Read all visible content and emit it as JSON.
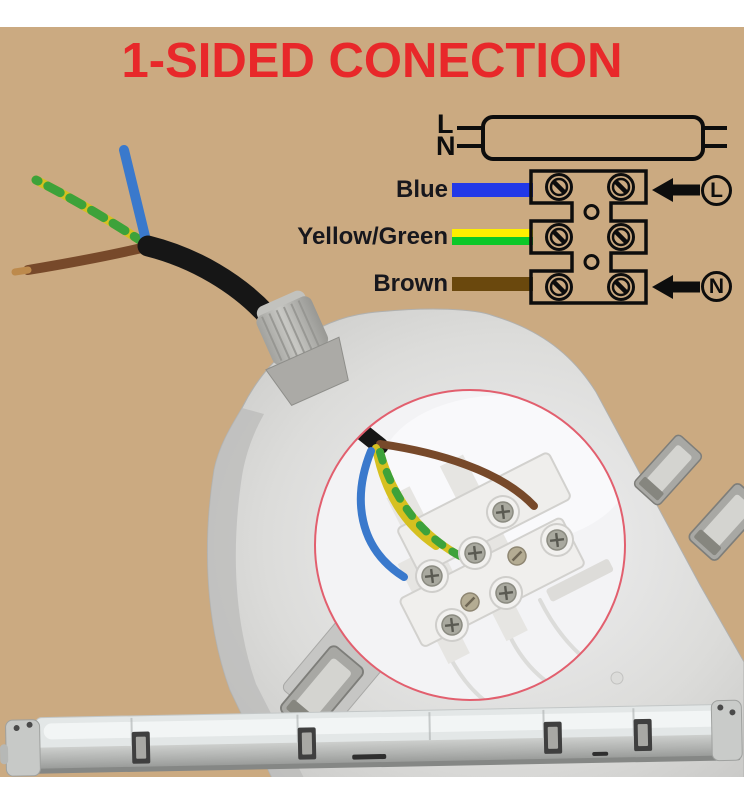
{
  "colors": {
    "background": "#cbaa81",
    "paper_strip": "#ffffff",
    "title_red": "#e8282a",
    "label_text": "#17171d",
    "diagram_line": "#0d0d0d",
    "wire_blue": "#2239e8",
    "wire_yellow": "#ffef00",
    "wire_green": "#0cc828",
    "wire_brown": "#6a480d",
    "photo_cable_black": "#161616",
    "photo_blue": "#3a79cc",
    "photo_green": "#3da23a",
    "photo_yellow": "#d6c020",
    "photo_brown": "#77492a",
    "magnifier_ring": "#e25f6e"
  },
  "header": {
    "title": "1-SIDED CONECTION"
  },
  "diagram": {
    "lamp": {
      "live": "L",
      "neutral": "N"
    },
    "rows": [
      {
        "label": "Blue"
      },
      {
        "label": "Yellow/Green"
      },
      {
        "label": "Brown"
      }
    ],
    "live_terminal": "L",
    "neutral_terminal": "N"
  }
}
